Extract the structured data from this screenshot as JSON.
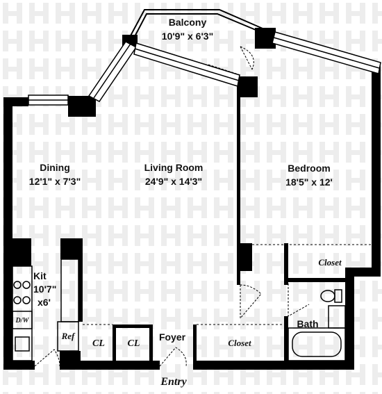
{
  "rooms": {
    "balcony": {
      "name": "Balcony",
      "dims": "10'9\" x 6'3\""
    },
    "dining": {
      "name": "Dining",
      "dims": "12'1\" x 7'3\""
    },
    "living": {
      "name": "Living Room",
      "dims": "24'9\" x 14'3\""
    },
    "bedroom": {
      "name": "Bedroom",
      "dims": "18'5\" x 12'"
    },
    "kitchen": {
      "name": "Kit",
      "dims1": "10'7\"",
      "dims2": "x6'"
    },
    "foyer": {
      "name": "Foyer"
    },
    "bath": {
      "name": "Bath"
    }
  },
  "fixtures": {
    "bedroom_closet": "Closet",
    "foyer_closet": "Closet",
    "closet1": "CL",
    "closet2": "CL",
    "ref": "Ref",
    "dw": "D/W"
  },
  "entry": "Entry",
  "colors": {
    "wall": "#000000",
    "watermark": "#ececec",
    "line": "#111111"
  }
}
